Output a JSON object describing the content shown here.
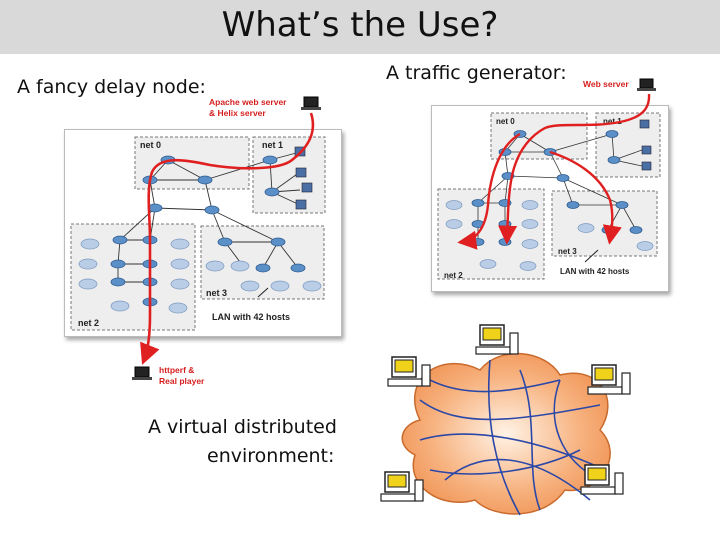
{
  "slide": {
    "title": "What’s the Use?",
    "captions": {
      "delay_node": "A fancy delay node:",
      "traffic_generator": "A traffic generator:",
      "virtual_env_line1": "A virtual distributed",
      "virtual_env_line2": "environment:"
    }
  },
  "diagram_left": {
    "server_label_line1": "Apache web server",
    "server_label_line2": "& Helix server",
    "client_label_line1": "httperf &",
    "client_label_line2": "Real player",
    "net0": "net 0",
    "net1": "net 1",
    "net2": "net 2",
    "net3": "net 3",
    "lan_label": "LAN with 42 hosts"
  },
  "diagram_right": {
    "server_label": "Web server",
    "net0": "net 0",
    "net1": "net 1",
    "net2": "net 2",
    "net3": "net 3",
    "lan_label": "LAN with 42 hosts"
  },
  "colors": {
    "path_red": "#e02020",
    "router": "#5b8fc7",
    "cloud": "#b9cde6",
    "cloud_orange": "#f4a36b",
    "monitor_yellow": "#f1d21a"
  }
}
